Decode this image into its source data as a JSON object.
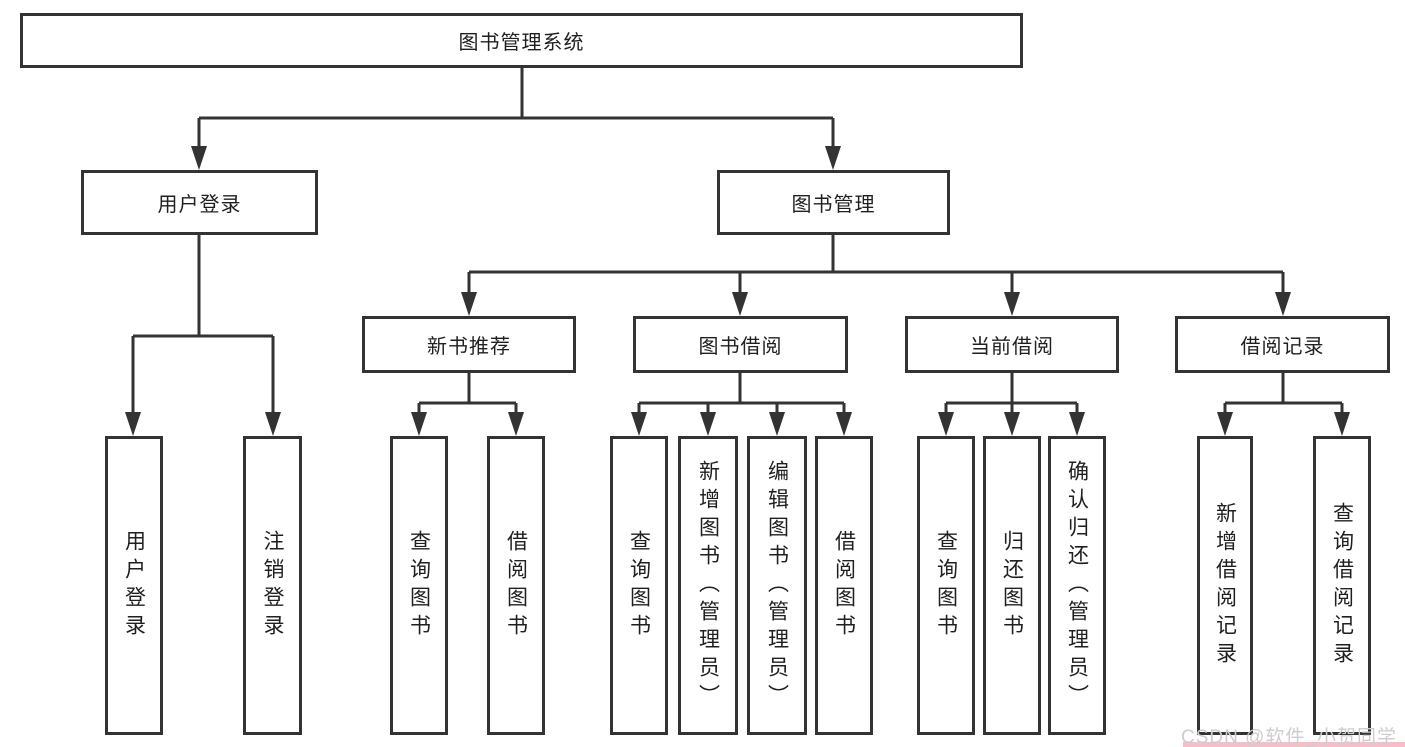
{
  "diagram": {
    "root": {
      "label": "图书管理系统"
    },
    "level2": [
      {
        "label": "用户登录"
      },
      {
        "label": "图书管理"
      }
    ],
    "level3": [
      {
        "label": "新书推荐"
      },
      {
        "label": "图书借阅"
      },
      {
        "label": "当前借阅"
      },
      {
        "label": "借阅记录"
      }
    ],
    "leaves": {
      "user_login": [
        "用户登录",
        "注销登录"
      ],
      "new_book_rec": [
        "查询图书",
        "借阅图书"
      ],
      "book_borrow": [
        "查询图书",
        "新增图书（管理员）",
        "编辑图书（管理员）",
        "借阅图书"
      ],
      "current_borrow": [
        "查询图书",
        "归还图书",
        "确认归还（管理员）"
      ],
      "borrow_record": [
        "新增借阅记录",
        "查询借阅记录"
      ]
    }
  },
  "watermark": {
    "text": "CSDN @软件_小贺同学"
  },
  "colors": {
    "line": "#333333",
    "border": "#333333",
    "text": "#1f1f1f",
    "watermark_text": "#cdcdcd",
    "watermark_accent": "#f3c0ca"
  }
}
